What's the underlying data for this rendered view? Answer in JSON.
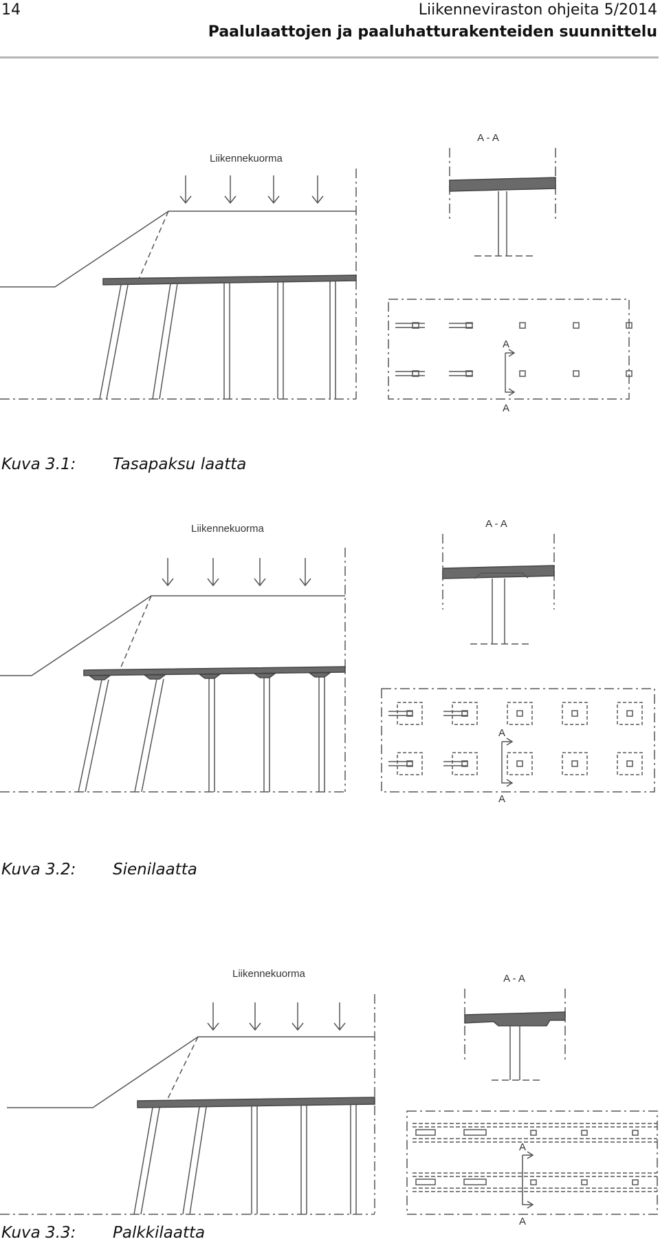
{
  "header": {
    "page_number": "14",
    "series": "Liikenneviraston ohjeita 5/2014",
    "title": "Paalulaattojen ja paaluhatturakenteiden suunnittelu"
  },
  "figures": [
    {
      "load_label": "Liikennekuorma",
      "section_label": "A - A",
      "cut_label": "A",
      "caption_label": "Kuva 3.1:",
      "caption_text": "Tasapaksu laatta"
    },
    {
      "load_label": "Liikennekuorma",
      "section_label": "A - A",
      "cut_label": "A",
      "caption_label": "Kuva 3.2:",
      "caption_text": "Sienilaatta"
    },
    {
      "load_label": "Liikennekuorma",
      "section_label": "A - A",
      "cut_label": "A",
      "caption_label": "Kuva 3.3:",
      "caption_text": "Palkkilaatta"
    }
  ],
  "colors": {
    "line": "#555555",
    "slab": "#6a6a6a"
  }
}
